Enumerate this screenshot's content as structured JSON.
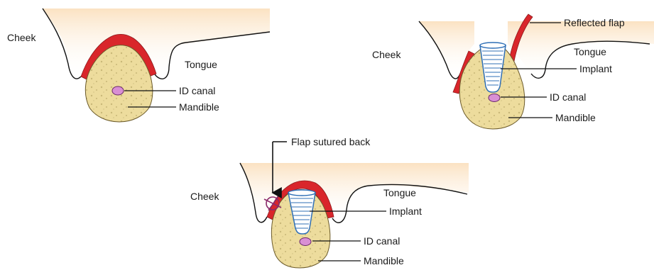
{
  "panels": [
    {
      "cheek": "Cheek",
      "tongue": "Tongue",
      "id_canal": "ID canal",
      "mandible": "Mandible"
    },
    {
      "cheek": "Cheek",
      "tongue": "Tongue",
      "reflected_flap": "Reflected flap",
      "implant": "Implant",
      "id_canal": "ID canal",
      "mandible": "Mandible"
    },
    {
      "cheek": "Cheek",
      "tongue": "Tongue",
      "flap_sutured": "Flap sutured back",
      "implant": "Implant",
      "id_canal": "ID canal",
      "mandible": "Mandible"
    }
  ],
  "colors": {
    "soft_tissue": "#fbe6cc",
    "gingiva_flap": "#d9262b",
    "bone": "#ecdc9c",
    "canal": "#d98fd4",
    "implant": "#2f6fb6",
    "suture": "#8a2a6a"
  }
}
